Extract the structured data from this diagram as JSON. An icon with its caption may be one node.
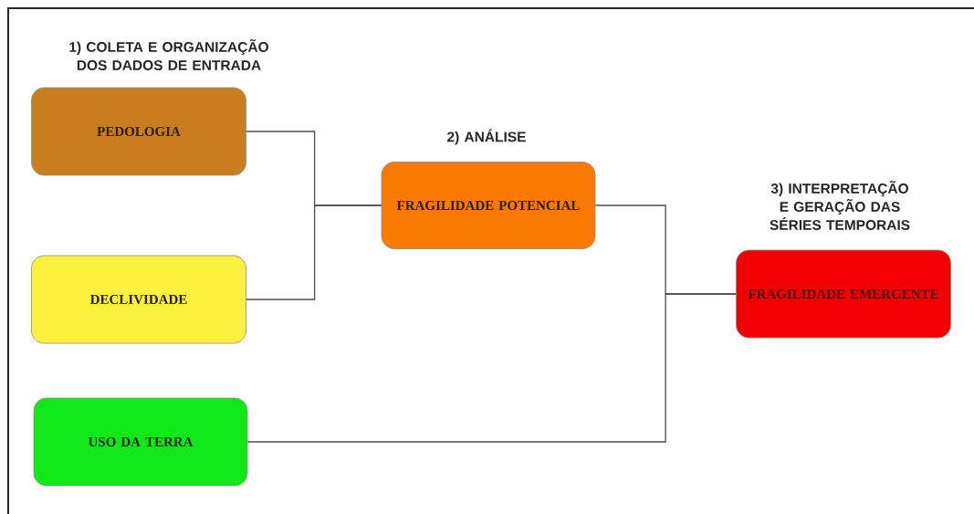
{
  "diagram": {
    "nodes": [
      {
        "text": [
          "PEDOLOGIA"
        ]
      },
      {
        "text": [
          "DECLIVIDADE"
        ]
      },
      {
        "text": [
          "USO DA TERRA"
        ]
      },
      {
        "text": [
          "FRAGILIDADE POTENCIAL"
        ]
      },
      {
        "text": [
          "FRAGILIDADE EMERGENTE"
        ]
      }
    ],
    "edges": [
      {
        "from": 0,
        "to": 3,
        "arrow": "none"
      },
      {
        "from": 1,
        "to": 3,
        "arrow": "none"
      },
      {
        "from": 3,
        "to": 4,
        "arrow": "none"
      },
      {
        "from": 2,
        "to": 4,
        "arrow": "none"
      }
    ],
    "labels": [
      "1) COLETA E ORGANIZAÇÃO DOS DADOS DE ENTRADA",
      "2) ANÁLISE",
      "3) INTERPRETAÇÃO E GERAÇÃO DAS SÉRIES TEMPORAIS"
    ]
  }
}
